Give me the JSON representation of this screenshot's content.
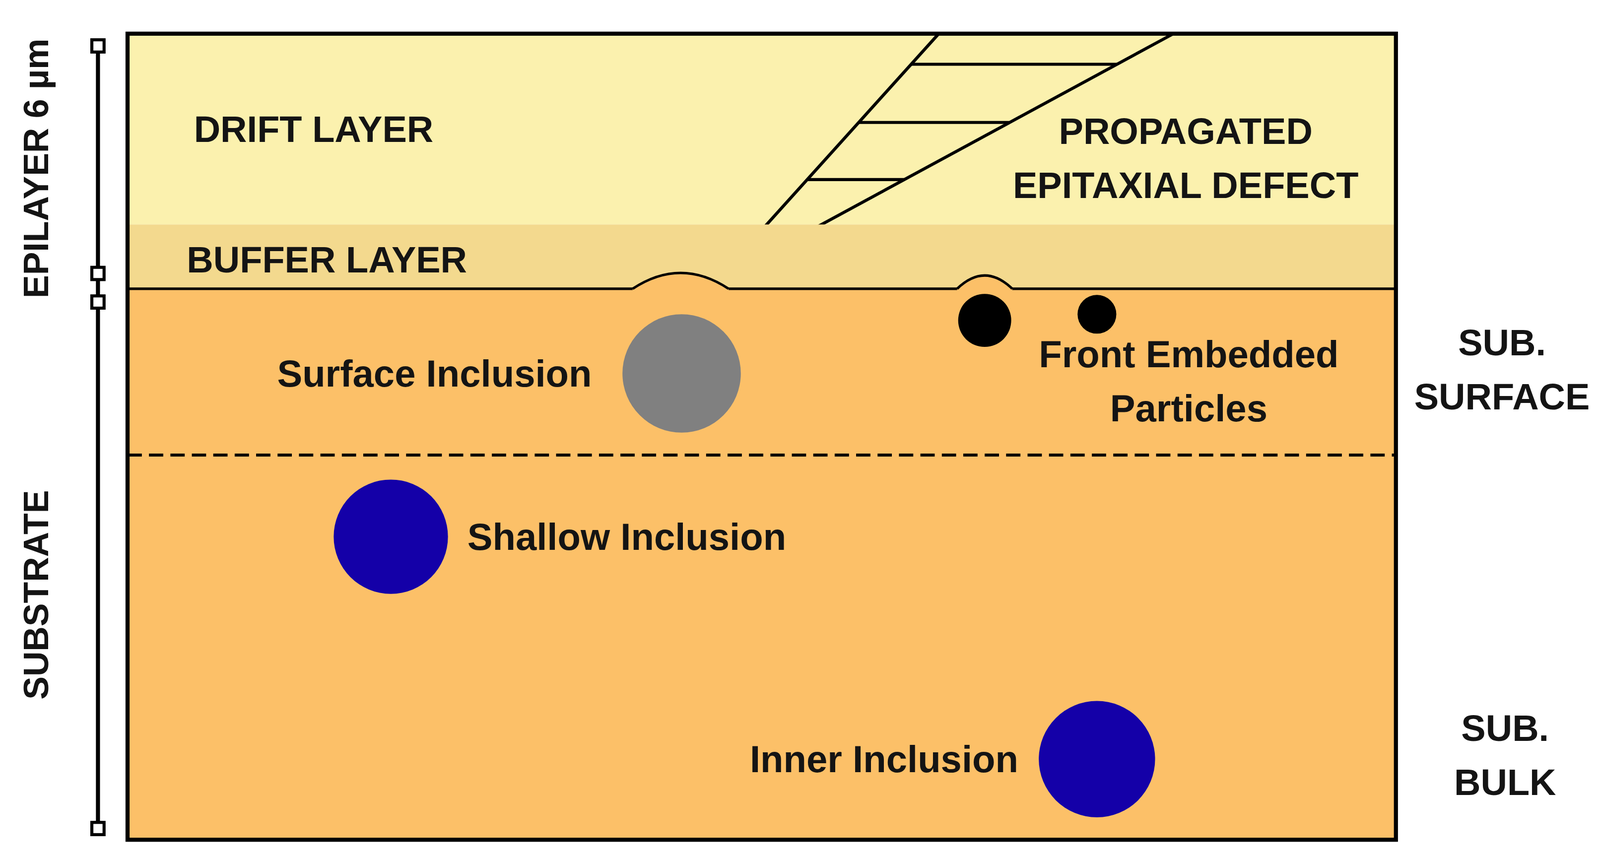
{
  "diagram": {
    "nodes": [
      {
        "text": [
          "DRIFT LAYER"
        ]
      },
      {
        "text": [
          "PROPAGATED EPITAXIAL DEFECT"
        ],
        "in": 0
      },
      {
        "text": [
          "BUFFER LAYER"
        ]
      },
      {
        "text": [
          "SUB. SURFACE"
        ]
      },
      {
        "text": [
          "Surface Inclusion"
        ],
        "in": 3
      },
      {
        "text": [
          "Front Embedded Particles"
        ],
        "in": 3
      },
      {
        "text": [
          "SUB. BULK"
        ]
      },
      {
        "text": [
          "Shallow Inclusion"
        ],
        "in": 6
      },
      {
        "text": [
          "Inner Inclusion"
        ],
        "in": 6
      }
    ],
    "labels": [
      "EPILAYER 6 µm",
      "SUBSTRATE"
    ]
  }
}
